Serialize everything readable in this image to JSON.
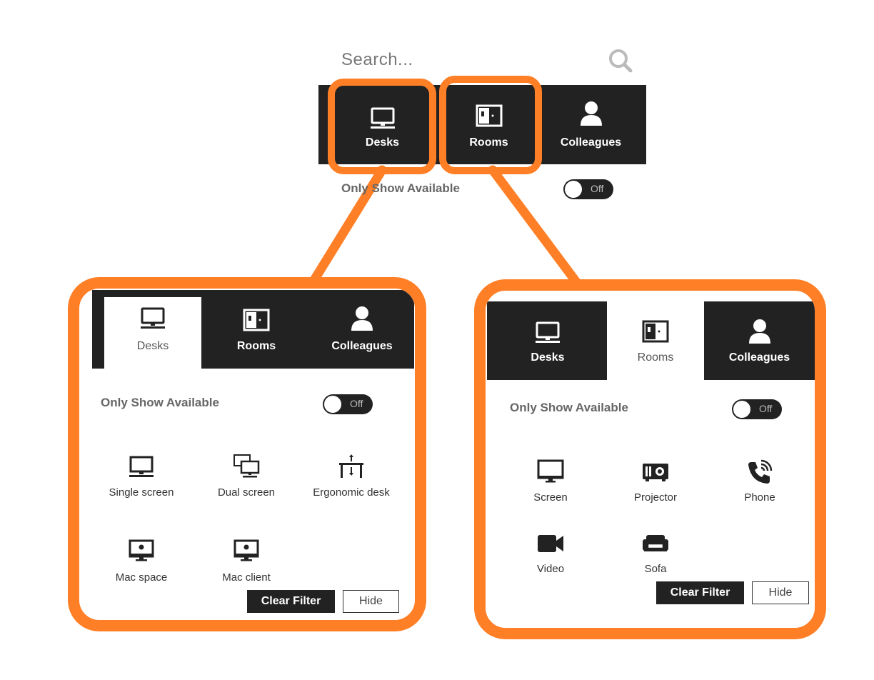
{
  "search": {
    "placeholder": "Search..."
  },
  "top_tabs": [
    {
      "label": "Desks",
      "icon": "monitor-icon"
    },
    {
      "label": "Rooms",
      "icon": "door-icon"
    },
    {
      "label": "Colleagues",
      "icon": "person-icon"
    }
  ],
  "only_show_available": {
    "label": "Only Show Available",
    "toggle_state": "Off"
  },
  "desks_panel": {
    "tabs": [
      {
        "label": "Desks",
        "active": true
      },
      {
        "label": "Rooms",
        "active": false
      },
      {
        "label": "Colleagues",
        "active": false
      }
    ],
    "only_show_available": {
      "label": "Only Show Available",
      "toggle_state": "Off"
    },
    "amenities": [
      {
        "label": "Single screen",
        "icon": "monitor-icon"
      },
      {
        "label": "Dual screen",
        "icon": "dual-monitor-icon"
      },
      {
        "label": "Ergonomic desk",
        "icon": "standing-desk-icon"
      },
      {
        "label": "Mac space",
        "icon": "imac-icon"
      },
      {
        "label": "Mac client",
        "icon": "imac-icon"
      }
    ],
    "clear_label": "Clear Filter",
    "hide_label": "Hide"
  },
  "rooms_panel": {
    "tabs": [
      {
        "label": "Desks",
        "active": false
      },
      {
        "label": "Rooms",
        "active": true
      },
      {
        "label": "Colleagues",
        "active": false
      }
    ],
    "only_show_available": {
      "label": "Only Show Available",
      "toggle_state": "Off"
    },
    "amenities": [
      {
        "label": "Screen",
        "icon": "monitor-icon"
      },
      {
        "label": "Projector",
        "icon": "projector-icon"
      },
      {
        "label": "Phone",
        "icon": "phone-icon"
      },
      {
        "label": "Video",
        "icon": "video-camera-icon"
      },
      {
        "label": "Sofa",
        "icon": "sofa-icon"
      }
    ],
    "clear_label": "Clear Filter",
    "hide_label": "Hide"
  },
  "colors": {
    "accent": "#ff7f27",
    "dark": "#222222"
  }
}
